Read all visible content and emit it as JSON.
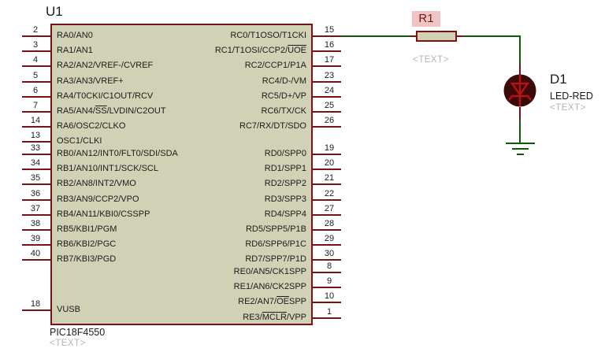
{
  "schematic": {
    "ic": {
      "ref": "U1",
      "part": "PIC18F4550",
      "placeholder": "<TEXT>",
      "left_groups": [
        [
          {
            "num": "2",
            "label": "RA0/AN0"
          },
          {
            "num": "3",
            "label": "RA1/AN1"
          },
          {
            "num": "4",
            "label": "RA2/AN2/VREF-/CVREF"
          },
          {
            "num": "5",
            "label": "RA3/AN3/VREF+"
          },
          {
            "num": "6",
            "label": "RA4/T0CKI/C1OUT/RCV"
          },
          {
            "num": "7",
            "label": "RA5/AN4/SS/LVDIN/C2OUT",
            "overline": "SS"
          },
          {
            "num": "14",
            "label": "RA6/OSC2/CLKO"
          },
          {
            "num": "13",
            "label": "OSC1/CLKI"
          }
        ],
        [
          {
            "num": "33",
            "label": "RB0/AN12/INT0/FLT0/SDI/SDA"
          },
          {
            "num": "34",
            "label": "RB1/AN10/INT1/SCK/SCL"
          },
          {
            "num": "35",
            "label": "RB2/AN8/INT2/VMO"
          },
          {
            "num": "36",
            "label": "RB3/AN9/CCP2/VPO"
          },
          {
            "num": "37",
            "label": "RB4/AN11/KBI0/CSSPP"
          },
          {
            "num": "38",
            "label": "RB5/KBI1/PGM"
          },
          {
            "num": "39",
            "label": "RB6/KBI2/PGC"
          },
          {
            "num": "40",
            "label": "RB7/KBI3/PGD"
          }
        ],
        [
          {
            "num": "18",
            "label": "VUSB"
          }
        ]
      ],
      "right_groups": [
        [
          {
            "num": "15",
            "label": "RC0/T1OSO/T1CKI"
          },
          {
            "num": "16",
            "label": "RC1/T1OSI/CCP2/UOE",
            "overline": "UOE"
          },
          {
            "num": "17",
            "label": "RC2/CCP1/P1A"
          },
          {
            "num": "23",
            "label": "RC4/D-/VM"
          },
          {
            "num": "24",
            "label": "RC5/D+/VP"
          },
          {
            "num": "25",
            "label": "RC6/TX/CK"
          },
          {
            "num": "26",
            "label": "RC7/RX/DT/SDO"
          }
        ],
        [
          {
            "num": "19",
            "label": "RD0/SPP0"
          },
          {
            "num": "20",
            "label": "RD1/SPP1"
          },
          {
            "num": "21",
            "label": "RD2/SPP2"
          },
          {
            "num": "22",
            "label": "RD3/SPP3"
          },
          {
            "num": "27",
            "label": "RD4/SPP4"
          },
          {
            "num": "28",
            "label": "RD5/SPP5/P1B"
          },
          {
            "num": "29",
            "label": "RD6/SPP6/P1C"
          },
          {
            "num": "30",
            "label": "RD7/SPP7/P1D"
          }
        ],
        [
          {
            "num": "8",
            "label": "RE0/AN5/CK1SPP"
          },
          {
            "num": "9",
            "label": "RE1/AN6/CK2SPP"
          },
          {
            "num": "10",
            "label": "RE2/AN7/OESPP",
            "overline": "OE"
          },
          {
            "num": "1",
            "label": "RE3/MCLR/VPP",
            "overline": "MCLR"
          }
        ]
      ]
    },
    "resistor": {
      "ref": "R1",
      "placeholder": "<TEXT>"
    },
    "led": {
      "ref": "D1",
      "part": "LED-RED",
      "placeholder": "<TEXT>"
    },
    "colors": {
      "component_maroon": "#7A1414",
      "body_fill": "#D1D1B5",
      "wire_green": "#0D5A0D",
      "highlight_pink": "#F0C4C4",
      "led_dark_red": "#3A0909",
      "led_symbol_red": "#B81313",
      "placeholder_gray": "#B4B4B4"
    }
  }
}
